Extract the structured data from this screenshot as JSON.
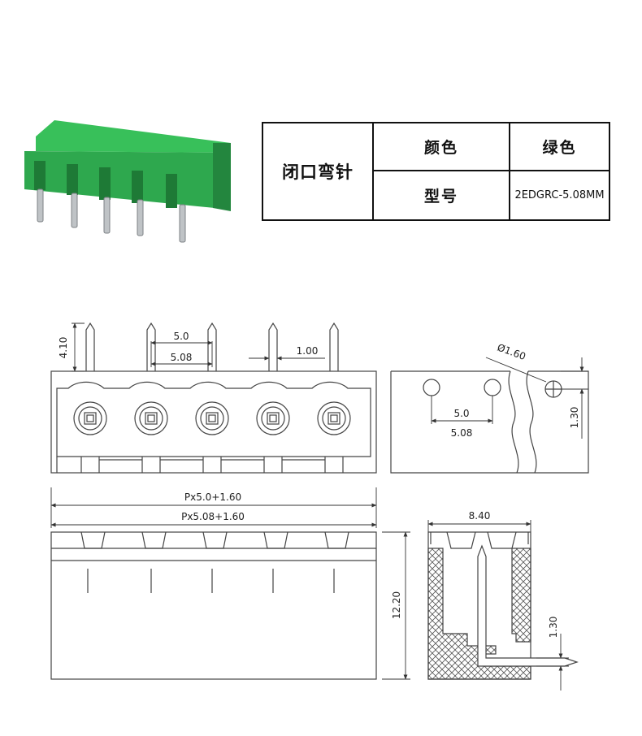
{
  "spec_table": {
    "header": "闭口弯针",
    "rows": [
      {
        "label": "颜色",
        "value": "绿色"
      },
      {
        "label": "型号",
        "value": "2EDGRC-5.08MM"
      }
    ]
  },
  "dimensions": {
    "pin_height": "4.10",
    "pitch_a": "5.0",
    "pitch_b": "5.08",
    "pin_width": "1.00",
    "hole_dia": "Ø1.60",
    "side_pitch_a": "5.0",
    "side_pitch_b": "5.08",
    "side_offset": "1.30",
    "total_len_a": "Px5.0+1.60",
    "total_len_b": "Px5.08+1.60",
    "height": "12.20",
    "depth": "8.40",
    "pin_offset": "1.30"
  },
  "colors": {
    "body": "#2fa84f",
    "line": "#444444"
  },
  "pin_count": 5
}
